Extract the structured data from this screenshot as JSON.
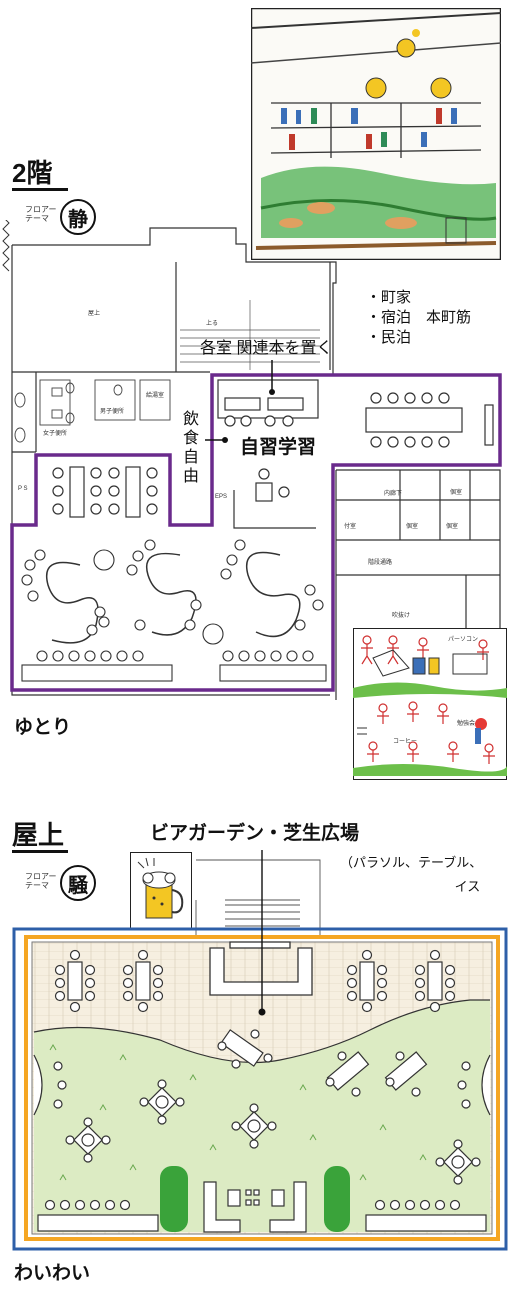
{
  "floor2": {
    "title": "2階",
    "theme_label": [
      "フロアー",
      "テーマ"
    ],
    "theme_char": "静",
    "area_name": "ゆとり",
    "notes": [
      "・町家",
      "・宿泊　本町筋",
      "・民泊"
    ],
    "annotation": "各室 関連本を置く",
    "study_label": "自習学習",
    "eat_label": [
      "飲",
      "食",
      "自",
      "由"
    ],
    "room_labels": {
      "roof": "屋上",
      "up": "上る",
      "wc_m": "男子便所",
      "wc_f": "女子便所",
      "kitchen": "給湯室",
      "ps": "P S",
      "eps": "EPS",
      "hall": "内廊下",
      "single1": "個室",
      "single2": "個室",
      "single3": "個室",
      "attached": "付室",
      "corridor": "階段通路",
      "void": "吹抜け"
    },
    "sketch_text": [
      "パーソコン",
      "コーヒー",
      "勉強会"
    ]
  },
  "rooftop": {
    "title": "屋上",
    "theme_label": [
      "フロアー",
      "テーマ"
    ],
    "theme_char": "騒",
    "area_name": "わいわい",
    "heading": "ビアガーデン・芝生広場",
    "note_lines": [
      "（パラソル、テーブル、",
      "イス"
    ]
  },
  "colors": {
    "purple": "#6a2a8c",
    "orange": "#f5a623",
    "blue": "#2e5fa8",
    "lawn": "#dcebc3",
    "deck": "#f6efe0",
    "tree": "#3aa33a"
  }
}
